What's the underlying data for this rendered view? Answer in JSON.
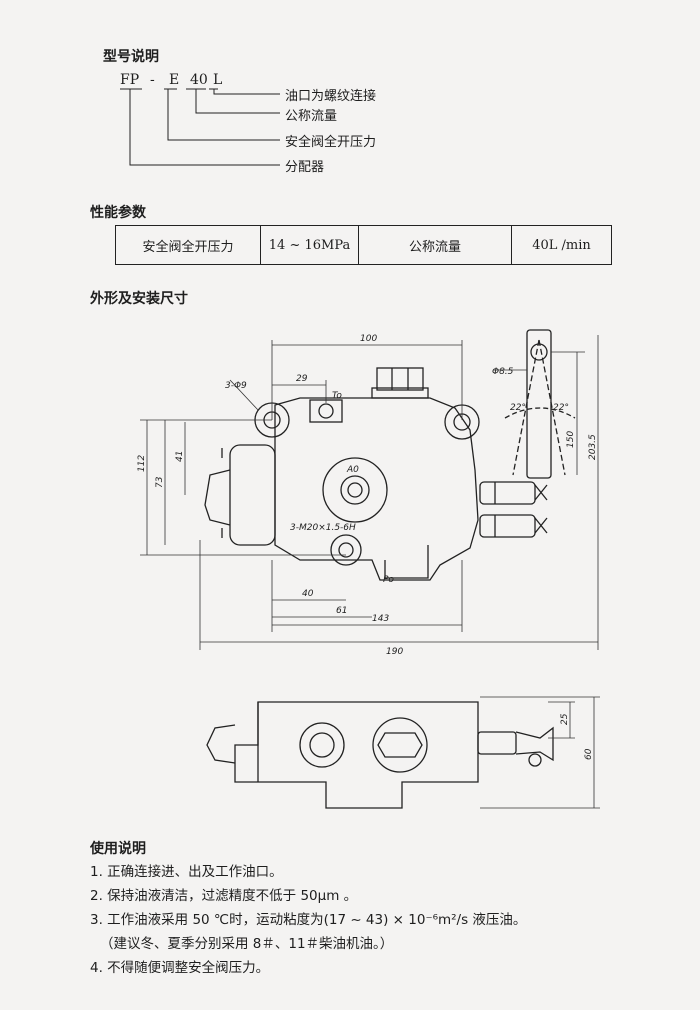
{
  "model_section": {
    "heading": "型号说明",
    "code": [
      "FP",
      "-",
      "E",
      "40",
      "L"
    ],
    "explanations": [
      "油口为螺纹连接",
      "公称流量",
      "安全阀全开压力",
      "分配器"
    ]
  },
  "performance_section": {
    "heading": "性能参数",
    "table": [
      "安全阀全开压力",
      "14 ~ 16MPa",
      "公称流量",
      "40L /min"
    ]
  },
  "dimensions_section": {
    "heading": "外形及安装尺寸",
    "labels": {
      "d100": "100",
      "d29": "29",
      "d3_phi9": "3-Φ9",
      "to": "To",
      "phi85": "Φ8.5",
      "ang22a": "22°",
      "ang22b": "22°",
      "d150": "150",
      "d203": "203.5",
      "d112": "112",
      "d73": "73",
      "d41": "41",
      "a0": "A0",
      "thread": "3-M20×1.5-6H",
      "po": "Po",
      "d40": "40",
      "d61": "61",
      "d143": "143",
      "d190": "190",
      "d25": "25",
      "d60": "60"
    }
  },
  "usage_section": {
    "heading": "使用说明",
    "items": [
      "1. 正确连接进、出及工作油口。",
      "2. 保持油液清洁，过滤精度不低于 50μm 。",
      "3. 工作油液采用 50 ℃时，运动粘度为(17 ~ 43) × 10⁻⁶m²/s 液压油。",
      "（建议冬、夏季分别采用 8＃、11＃柴油机油。）",
      "4. 不得随便调整安全阀压力。"
    ]
  }
}
